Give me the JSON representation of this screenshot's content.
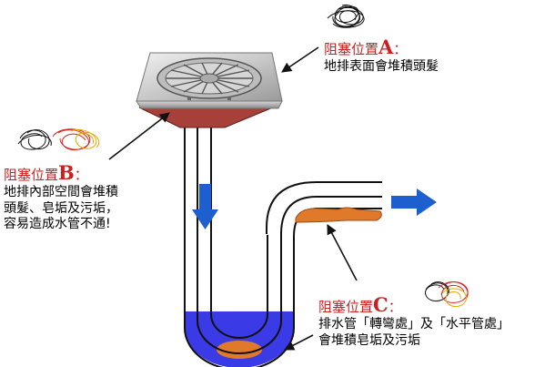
{
  "labels": {
    "a": {
      "title": "阻塞位置",
      "letter": "A",
      "colon": "：",
      "lines": [
        "地排表面會堆積頭髮"
      ]
    },
    "b": {
      "title": "阻塞位置",
      "letter": "B",
      "colon": "：",
      "lines": [
        "地排內部空間會堆積",
        "頭髮、皂垢及污垢，",
        "容易造成水管不通!"
      ]
    },
    "c": {
      "title": "阻塞位置",
      "letter": "C",
      "colon": "：",
      "lines": [
        "排水管「轉彎處」及「水平管處」",
        "會堆積皂垢及污垢"
      ]
    }
  },
  "colors": {
    "title_red": "#cc1f1f",
    "flow_arrow_blue": "#1e5fd0",
    "water_blue": "#3a3ae6",
    "grime_orange": "#e07a2a",
    "drain_body_red": "#a8403a",
    "pipe_outline": "#111111"
  },
  "icons": [
    "hair-clump-icon",
    "soap-scum-icon",
    "flow-arrow-icon",
    "pointer-arrow-icon"
  ]
}
